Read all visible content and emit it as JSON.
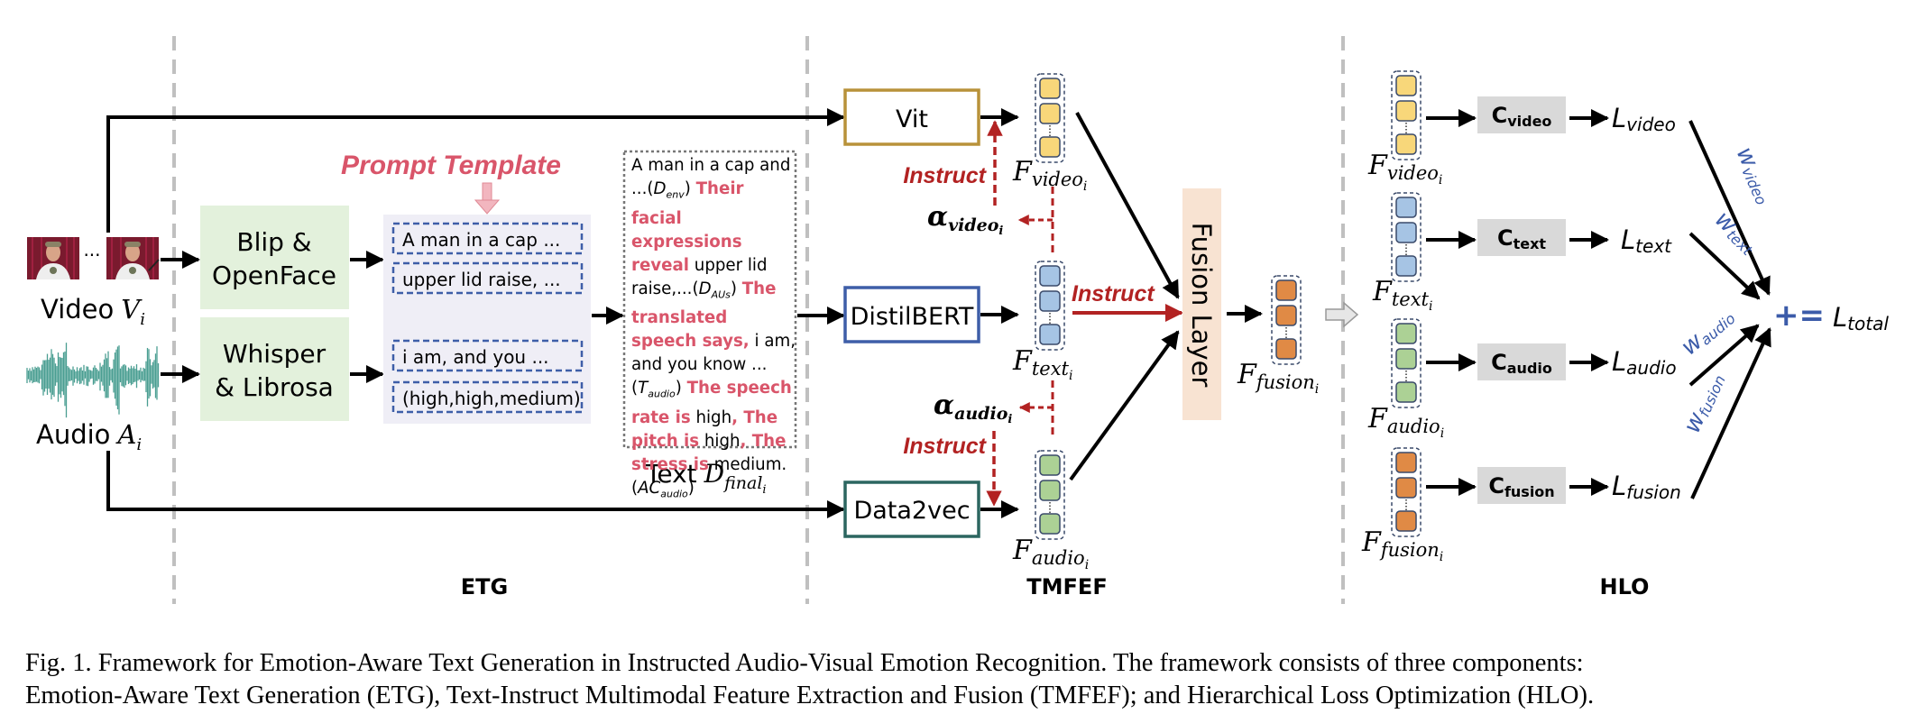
{
  "sections": {
    "etg": "ETG",
    "tmfef": "TMFEF",
    "hlo": "HLO"
  },
  "inputs": {
    "video_label": "Video",
    "video_symbol": "V",
    "audio_label": "Audio",
    "audio_symbol": "A",
    "subscript": "i",
    "frames_ellipsis": "···"
  },
  "extractors": {
    "visual_line1": "Blip &",
    "visual_line2": "OpenFace",
    "audio_line1": "Whisper",
    "audio_line2": "& Librosa"
  },
  "prompt_template": {
    "title": "Prompt Template",
    "slots": [
      "A man in a cap ...",
      "upper lid raise, ...",
      "i am, and you ...",
      "(high,high,medium)"
    ]
  },
  "final_text": {
    "segments": [
      {
        "text": "A man in a cap and ...",
        "style": "plain"
      },
      {
        "text": "(",
        "style": "plain"
      },
      {
        "text": "D",
        "style": "italic"
      },
      {
        "text": "env",
        "style": "sub"
      },
      {
        "text": ") ",
        "style": "plain"
      },
      {
        "text": "Their facial expressions reveal",
        "style": "hl"
      },
      {
        "text": " upper lid raise,...(",
        "style": "plain"
      },
      {
        "text": "D",
        "style": "italic"
      },
      {
        "text": "AUs",
        "style": "sub"
      },
      {
        "text": ") ",
        "style": "plain"
      },
      {
        "text": "The translated speech says,",
        "style": "hl"
      },
      {
        "text": "  i am, and you know ...(",
        "style": "plain"
      },
      {
        "text": "T",
        "style": "italic"
      },
      {
        "text": "audio",
        "style": "sub"
      },
      {
        "text": ") ",
        "style": "plain"
      },
      {
        "text": "The speech rate is",
        "style": "hl"
      },
      {
        "text": " high",
        "style": "plain"
      },
      {
        "text": ", The pitch is",
        "style": "hl"
      },
      {
        "text": " high",
        "style": "plain"
      },
      {
        "text": ", The stress is",
        "style": "hl"
      },
      {
        "text": " medium.(",
        "style": "plain"
      },
      {
        "text": "AC",
        "style": "italic"
      },
      {
        "text": "audio",
        "style": "sub"
      },
      {
        "text": ")",
        "style": "plain"
      }
    ],
    "caption_label": "Text",
    "caption_symbol": "D",
    "caption_sub": "final",
    "caption_subsub": "i"
  },
  "encoders": {
    "vit": "Vit",
    "distilbert": "DistilBERT",
    "data2vec": "Data2vec"
  },
  "features": {
    "F": "F",
    "video": "video",
    "text": "text",
    "audio": "audio",
    "fusion": "fusion",
    "sub_i": "i"
  },
  "instruct": {
    "label": "Instruct",
    "alpha": "α",
    "alpha_video_sub": "video",
    "alpha_audio_sub": "audio"
  },
  "fusion_layer": "Fusion Layer",
  "classifiers": {
    "C": "C",
    "video": "video",
    "text": "text",
    "audio": "audio",
    "fusion": "fusion"
  },
  "losses": {
    "L": "L",
    "video": "video",
    "text": "text",
    "audio": "audio",
    "fusion": "fusion",
    "total": "total",
    "operator": "+="
  },
  "weights": {
    "w": "w",
    "video": "video",
    "text": "text",
    "audio": "audio",
    "fusion": "fusion"
  },
  "colors": {
    "video_feature": "#f8d77a",
    "text_feature": "#a6c4e4",
    "audio_feature": "#acd195",
    "fusion_feature": "#e08a45",
    "extractor_bg": "#e3f1dc",
    "template_bg": "#efeef6",
    "fusion_layer_bg": "#f8e3d2",
    "classifier_bg": "#d9d9d9",
    "instruct_red": "#b22222",
    "prompt_pink": "#d9556a",
    "weight_blue": "#3b5ba9",
    "vit_border": "#b8923a",
    "distilbert_border": "#3e5ea8",
    "data2vec_border": "#2c6660",
    "audio_wave": "#4a9e92"
  },
  "caption": {
    "line1": "Fig. 1.  Framework for Emotion-Aware Text Generation in Instructed Audio-Visual Emotion Recognition. The framework consists of three components:",
    "line2": "Emotion-Aware Text Generation (ETG), Text-Instruct Multimodal Feature Extraction and Fusion (TMFEF); and Hierarchical Loss Optimization (HLO)."
  }
}
